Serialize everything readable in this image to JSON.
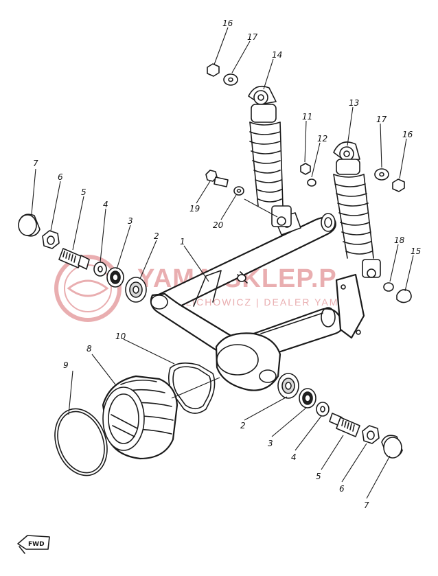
{
  "watermark": {
    "title": "YAMA-SKLEP.P",
    "subtitle": "WIELICHOWICZ | DEALER YAMAHA",
    "color": "#e6a0a3"
  },
  "direction_marker": {
    "label": "FWD",
    "icon": "fwd-arrow-icon"
  },
  "callouts": {
    "c1": "1",
    "c2a": "2",
    "c2b": "2",
    "c3a": "3",
    "c3b": "3",
    "c4a": "4",
    "c4b": "4",
    "c5a": "5",
    "c5b": "5",
    "c6a": "6",
    "c6b": "6",
    "c7a": "7",
    "c7b": "7",
    "c8": "8",
    "c9": "9",
    "c10": "10",
    "c11": "11",
    "c12": "12",
    "c13": "13",
    "c14": "14",
    "c15": "15",
    "c16a": "16",
    "c16b": "16",
    "c17a": "17",
    "c17b": "17",
    "c18": "18",
    "c19": "19",
    "c20": "20"
  }
}
